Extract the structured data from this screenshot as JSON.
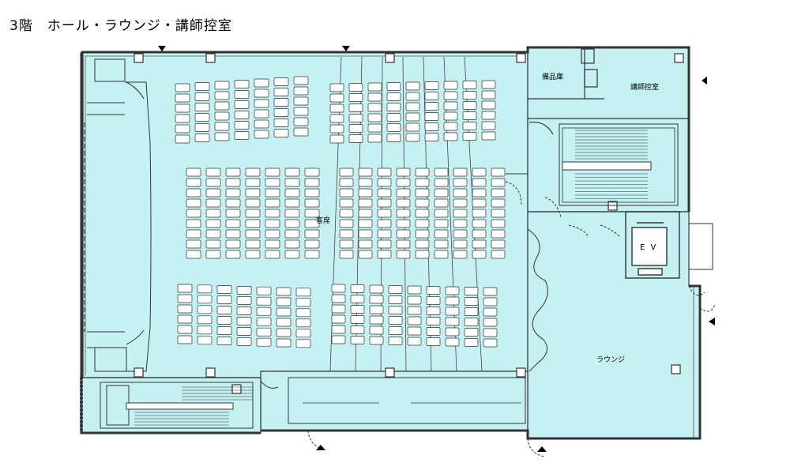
{
  "title": "3階　ホール・ラウンジ・講師控室",
  "labels": {
    "seating": "客席",
    "storage": "備品庫",
    "lecturer_room": "講師控室",
    "lounge": "ラウンジ",
    "elevator": "E V"
  },
  "colors": {
    "floor": "#c5f1f3",
    "wall": "#333333",
    "line": "#222222",
    "seat": "#ffffff"
  }
}
